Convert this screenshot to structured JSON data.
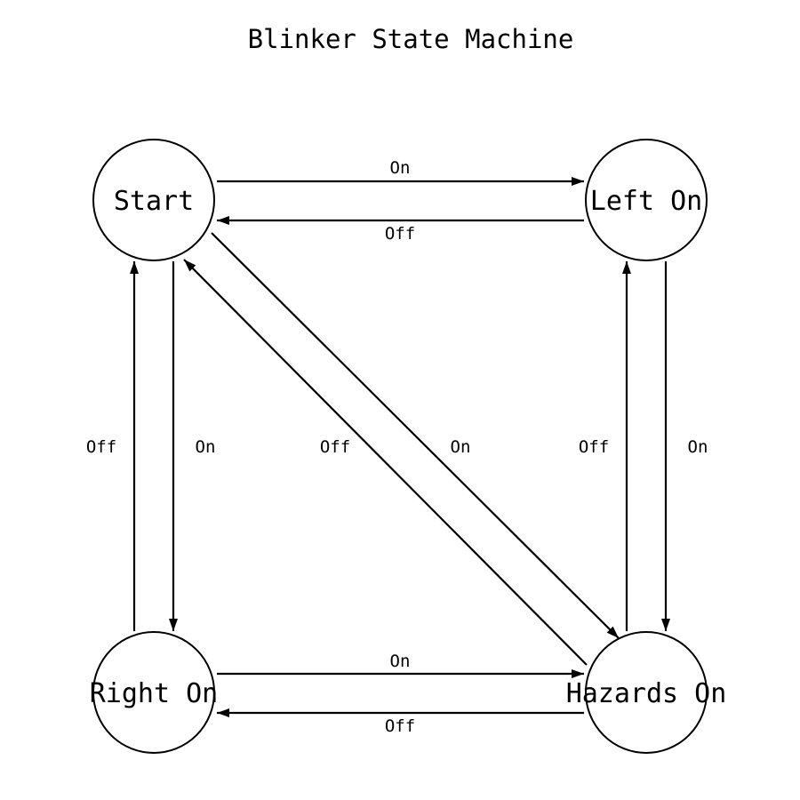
{
  "title": "Blinker State Machine",
  "nodes": {
    "start": {
      "label": "Start"
    },
    "left": {
      "label": "Left On"
    },
    "right": {
      "label": "Right On"
    },
    "hazards": {
      "label": "Hazards On"
    }
  },
  "edges": [
    {
      "from": "start",
      "to": "left",
      "label": "On"
    },
    {
      "from": "left",
      "to": "start",
      "label": "Off"
    },
    {
      "from": "start",
      "to": "right",
      "label": "On"
    },
    {
      "from": "right",
      "to": "start",
      "label": "Off"
    },
    {
      "from": "start",
      "to": "hazards",
      "label": "On"
    },
    {
      "from": "hazards",
      "to": "start",
      "label": "Off"
    },
    {
      "from": "left",
      "to": "hazards",
      "label": "On"
    },
    {
      "from": "hazards",
      "to": "left",
      "label": "Off"
    },
    {
      "from": "right",
      "to": "hazards",
      "label": "On"
    },
    {
      "from": "hazards",
      "to": "right",
      "label": "Off"
    }
  ],
  "colors": {
    "stroke": "#000000",
    "background": "#ffffff"
  }
}
